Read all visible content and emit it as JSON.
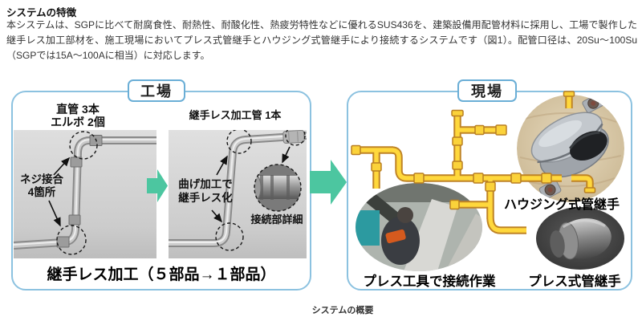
{
  "document": {
    "title": "システムの特徴",
    "body": "本システムは、SGPに比べて耐腐食性、耐熱性、耐酸化性、熱疲労特性などに優れるSUS436を、建築設備用配管材料に採用し、工場で製作した継手レス加工部材を、施工現場においてプレス式管継手とハウジング式管継手により接続するシステムです（図1）。配管口径は、20Su～100Su（SGPでは15A～100Aに相当）に対応します。",
    "figure_caption": "システムの概要"
  },
  "factory_panel": {
    "badge": "工場",
    "before_photo": {
      "label_line1": "直管 3本",
      "label_line2": "エルボ 2個",
      "annotation_line1": "ネジ接合",
      "annotation_line2": "4箇所"
    },
    "after_photo": {
      "label": "継手レス加工管 1本",
      "annotation_line1": "曲げ加工で",
      "annotation_line2": "継手レス化",
      "detail_label": "接続部詳細"
    },
    "caption": "継手レス加工（５部品→１部品）"
  },
  "site_panel": {
    "badge": "現場",
    "housing_fitting_label": "ハウジング式管継手",
    "press_work_label": "プレス工具で接続作業",
    "press_fitting_label": "プレス式管継手"
  },
  "colors": {
    "panel_border": "#8cc2e0",
    "process_arrow_green": "#4cc6a0",
    "pipe_yellow": "#ffd83c",
    "pipe_outline": "#bf8426"
  }
}
